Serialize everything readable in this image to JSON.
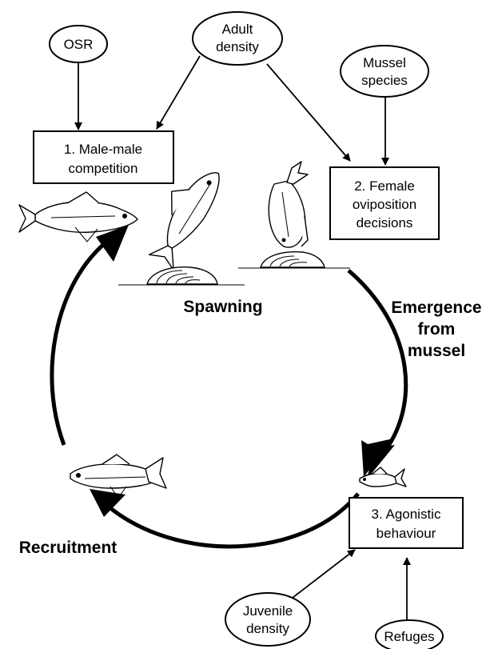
{
  "nodes": {
    "osr": [
      "OSR"
    ],
    "adult_density": [
      "Adult",
      "density"
    ],
    "mussel_species": [
      "Mussel",
      "species"
    ],
    "male_competition": [
      "1. Male-male",
      "competition"
    ],
    "female_oviposition": [
      "2. Female",
      "oviposition",
      "decisions"
    ],
    "agonistic": [
      "3. Agonistic",
      "behaviour"
    ],
    "juvenile_density": [
      "Juvenile",
      "density"
    ],
    "refuges": [
      "Refuges"
    ]
  },
  "stages": {
    "spawning": [
      "Spawning"
    ],
    "emergence": [
      "Emergence",
      "from",
      "mussel"
    ],
    "recruitment": [
      "Recruitment"
    ]
  },
  "illustrations": [
    "fish-icon",
    "mussel-icon"
  ]
}
